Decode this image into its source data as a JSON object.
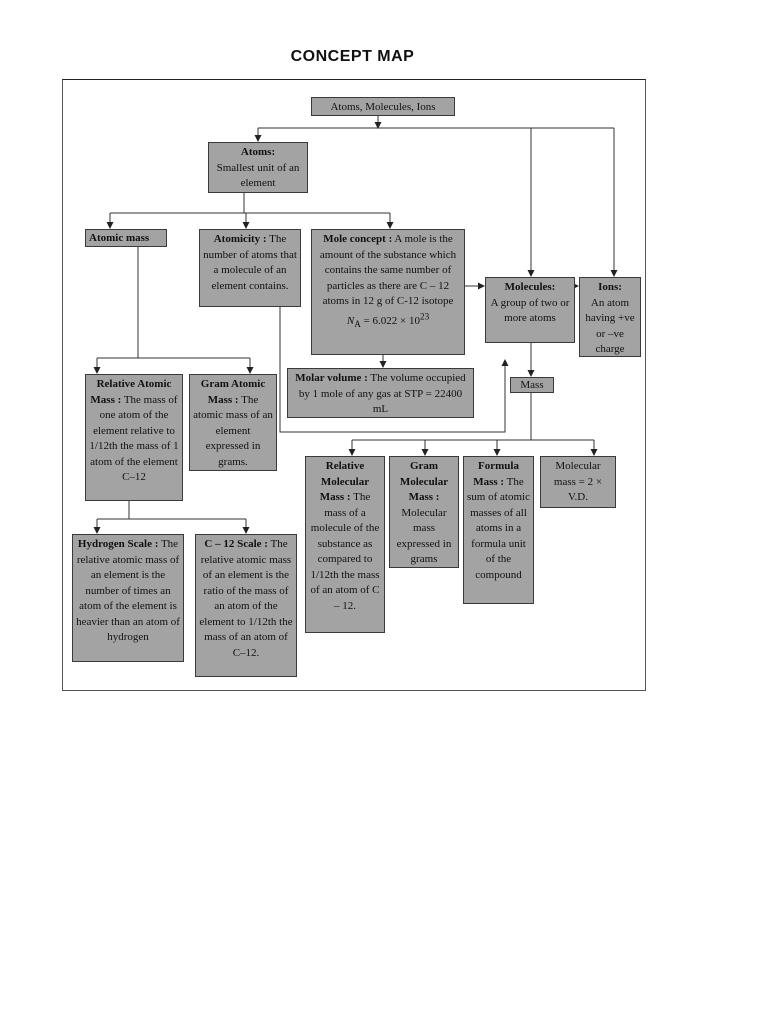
{
  "title": "CONCEPT MAP",
  "nodes": {
    "root": {
      "label": "Atoms, Molecules, Ions"
    },
    "atoms": {
      "head": "Atoms:",
      "text": "Smallest unit of an element"
    },
    "atomic_mass": {
      "head": "Atomic mass"
    },
    "atomicity": {
      "head": "Atomicity :",
      "text": "The number of atoms that a molecule of an element contains."
    },
    "mole_concept": {
      "head": "Mole concept :",
      "text": "A mole is the amount of the substance which contains the same number of particles as there are C – 12 atoms in 12 g of C-12 isotope",
      "formula": "N",
      "formula_sub": "A",
      "formula_rest": " = 6.022 × 10",
      "formula_sup": "23"
    },
    "molecules": {
      "head": "Molecules:",
      "text": "A group of two or more atoms"
    },
    "ions": {
      "head": "Ions:",
      "text": "An atom having +ve or –ve charge"
    },
    "molar_volume": {
      "head": "Molar volume :",
      "text": "The volume occupied by 1 mole of any gas at STP = 22400 mL"
    },
    "mass": {
      "label": "Mass"
    },
    "relative_atomic_mass": {
      "head": "Relative Atomic Mass :",
      "text": "The mass of one atom of the element relative to 1/12th the mass of 1 atom of the element C–12"
    },
    "gram_atomic_mass": {
      "head": "Gram Atomic Mass :",
      "text": "The atomic mass of an element expressed in grams."
    },
    "relative_molecular_mass": {
      "head": "Relative Molecular Mass :",
      "text": "The mass of a molecule of the substance as compared to 1/12th the mass of an atom of C – 12."
    },
    "gram_molecular_mass": {
      "head": "Gram Molecular Mass :",
      "text": "Molecular mass expressed in grams"
    },
    "formula_mass": {
      "head": "Formula Mass :",
      "text": "The sum of atomic masses of all atoms in a formula unit of the compound"
    },
    "molecular_mass": {
      "label": "Molecular mass = 2 × V.D."
    },
    "hydrogen_scale": {
      "head": "Hydrogen Scale :",
      "text": "The relative atomic mass of an element is the number of times an atom of the element is heavier than an atom of hydrogen"
    },
    "c12_scale": {
      "head": "C – 12 Scale :",
      "text": "The relative atomic mass of an element is the ratio of the mass of an atom of the element to 1/12th the mass of an atom of C–12."
    }
  }
}
